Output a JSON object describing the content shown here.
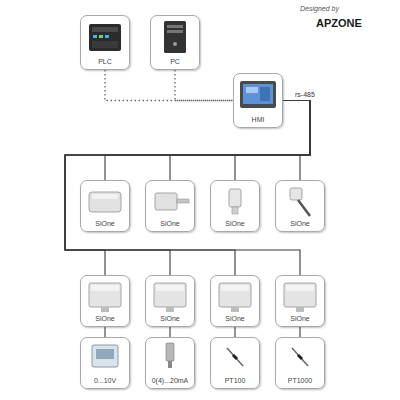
{
  "diagram": {
    "nodes": [
      {
        "text": [
          "PLC"
        ]
      },
      {
        "text": [
          "PC"
        ]
      },
      {
        "text": [
          "HMI"
        ]
      },
      {
        "text": [
          "SiOne"
        ]
      },
      {
        "text": [
          "SiOne"
        ]
      },
      {
        "text": [
          "SiOne"
        ]
      },
      {
        "text": [
          "SiOne"
        ]
      },
      {
        "text": [
          "SiOne"
        ]
      },
      {
        "text": [
          "SiOne"
        ]
      },
      {
        "text": [
          "SiOne"
        ]
      },
      {
        "text": [
          "SiOne"
        ]
      },
      {
        "text": [
          "0...10V"
        ]
      },
      {
        "text": [
          "0(4)...20mA"
        ]
      },
      {
        "text": [
          "PT100"
        ]
      },
      {
        "text": [
          "PT1000"
        ]
      }
    ],
    "edges": [
      {
        "from": 0,
        "to": 2,
        "arrow": "none"
      },
      {
        "from": 1,
        "to": 2,
        "arrow": "none"
      },
      {
        "from": 2,
        "to": 3,
        "arrow": "none",
        "label": "rs-485"
      },
      {
        "from": 2,
        "to": 4,
        "arrow": "none"
      },
      {
        "from": 2,
        "to": 5,
        "arrow": "none"
      },
      {
        "from": 2,
        "to": 6,
        "arrow": "none"
      },
      {
        "from": 2,
        "to": 7,
        "arrow": "none"
      },
      {
        "from": 2,
        "to": 8,
        "arrow": "none"
      },
      {
        "from": 2,
        "to": 9,
        "arrow": "none"
      },
      {
        "from": 2,
        "to": 10,
        "arrow": "none"
      },
      {
        "from": 7,
        "to": 11,
        "arrow": "none"
      },
      {
        "from": 8,
        "to": 12,
        "arrow": "none"
      },
      {
        "from": 9,
        "to": 13,
        "arrow": "none"
      },
      {
        "from": 10,
        "to": 14,
        "arrow": "none"
      }
    ],
    "labels": [
      "Designed by",
      "APZONE"
    ]
  }
}
